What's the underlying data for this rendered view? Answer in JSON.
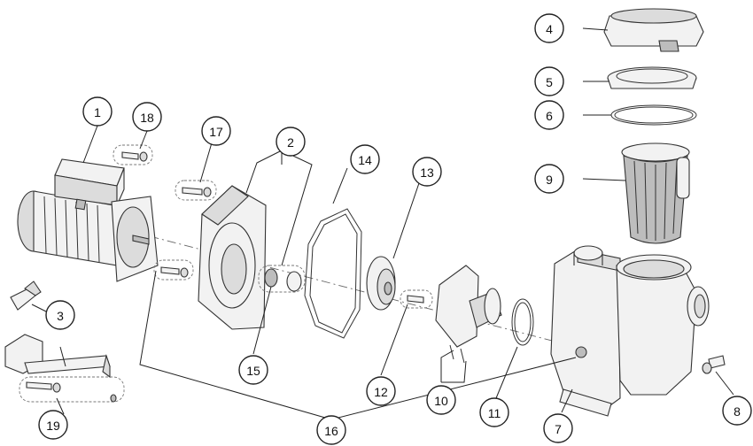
{
  "callouts": [
    {
      "id": "1",
      "label": "1"
    },
    {
      "id": "2",
      "label": "2"
    },
    {
      "id": "3",
      "label": "3"
    },
    {
      "id": "4",
      "label": "4"
    },
    {
      "id": "5",
      "label": "5"
    },
    {
      "id": "6",
      "label": "6"
    },
    {
      "id": "7",
      "label": "7"
    },
    {
      "id": "8",
      "label": "8"
    },
    {
      "id": "9",
      "label": "9"
    },
    {
      "id": "10",
      "label": "10"
    },
    {
      "id": "11",
      "label": "11"
    },
    {
      "id": "12",
      "label": "12"
    },
    {
      "id": "13",
      "label": "13"
    },
    {
      "id": "14",
      "label": "14"
    },
    {
      "id": "15",
      "label": "15"
    },
    {
      "id": "16",
      "label": "16"
    },
    {
      "id": "17",
      "label": "17"
    },
    {
      "id": "18",
      "label": "18"
    },
    {
      "id": "19",
      "label": "19"
    }
  ],
  "colors": {
    "line": "#333333",
    "background": "#ffffff",
    "part_fill": "#f2f2f2",
    "dark_fill": "#bdbdbd"
  }
}
